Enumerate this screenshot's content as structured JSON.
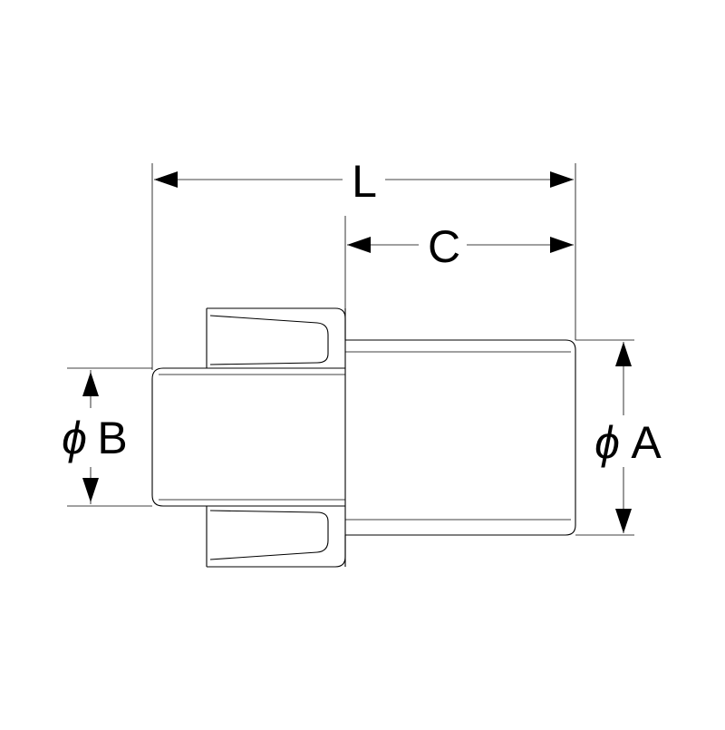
{
  "labels": {
    "length": "L",
    "socket_depth": "C",
    "diameter_b_symbol": "ϕ",
    "diameter_b_letter": "B",
    "diameter_a_symbol": "ϕ",
    "diameter_a_letter": "A"
  },
  "colors": {
    "line": "#000000",
    "background": "#ffffff"
  }
}
